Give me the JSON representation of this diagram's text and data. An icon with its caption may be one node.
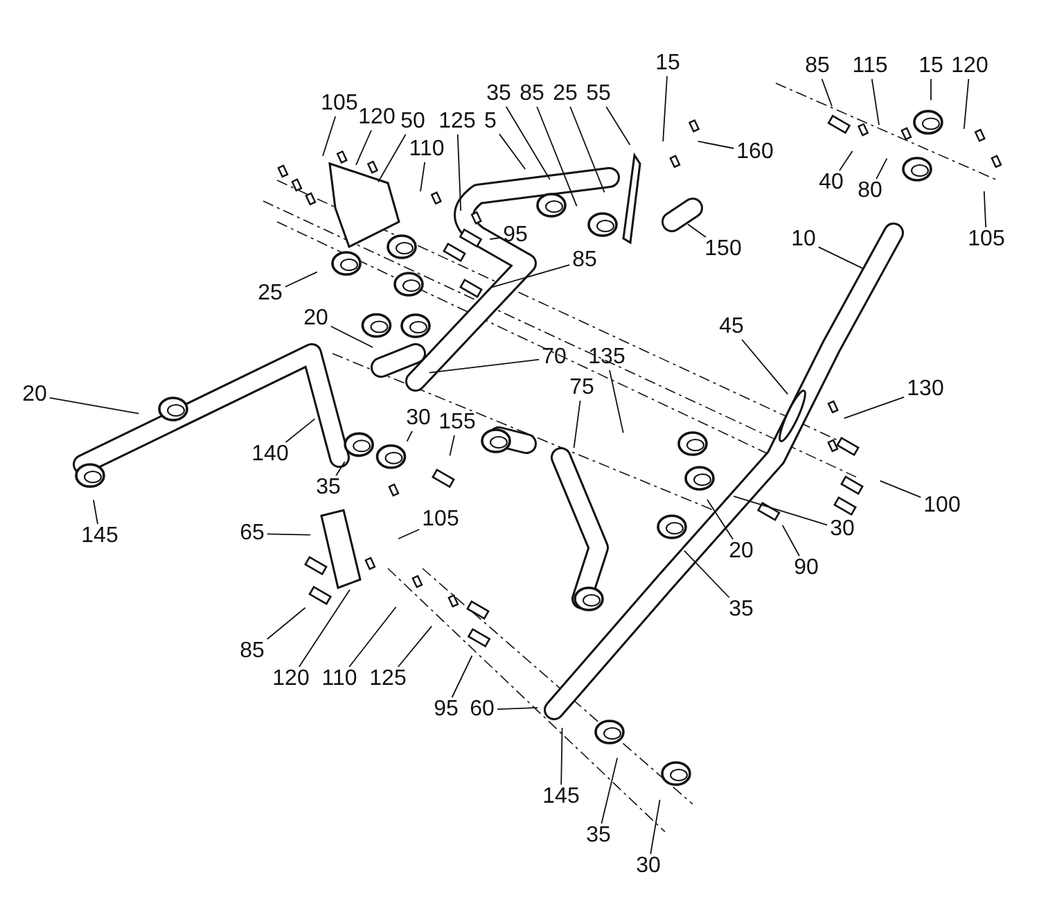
{
  "diagram": {
    "nodes": [
      {
        "text": [
          "105"
        ]
      },
      {
        "text": [
          "120"
        ]
      },
      {
        "text": [
          "50"
        ]
      },
      {
        "text": [
          "125"
        ]
      },
      {
        "text": [
          "110"
        ]
      },
      {
        "text": [
          "35"
        ]
      },
      {
        "text": [
          "85"
        ]
      },
      {
        "text": [
          "25"
        ]
      },
      {
        "text": [
          "5"
        ]
      },
      {
        "text": [
          "55"
        ]
      },
      {
        "text": [
          "15"
        ]
      },
      {
        "text": [
          "160"
        ]
      },
      {
        "text": [
          "95"
        ]
      },
      {
        "text": [
          "85"
        ]
      },
      {
        "text": [
          "25"
        ]
      },
      {
        "text": [
          "20"
        ]
      },
      {
        "text": [
          "150"
        ]
      },
      {
        "text": [
          "85"
        ]
      },
      {
        "text": [
          "115"
        ]
      },
      {
        "text": [
          "15"
        ]
      },
      {
        "text": [
          "120"
        ]
      },
      {
        "text": [
          "40"
        ]
      },
      {
        "text": [
          "80"
        ]
      },
      {
        "text": [
          "105"
        ]
      },
      {
        "text": [
          "10"
        ]
      },
      {
        "text": [
          "45"
        ]
      },
      {
        "text": [
          "130"
        ]
      },
      {
        "text": [
          "100"
        ]
      },
      {
        "text": [
          "30"
        ]
      },
      {
        "text": [
          "90"
        ]
      },
      {
        "text": [
          "20"
        ]
      },
      {
        "text": [
          "35"
        ]
      },
      {
        "text": [
          "70"
        ]
      },
      {
        "text": [
          "135"
        ]
      },
      {
        "text": [
          "75"
        ]
      },
      {
        "text": [
          "20"
        ]
      },
      {
        "text": [
          "140"
        ]
      },
      {
        "text": [
          "30"
        ]
      },
      {
        "text": [
          "155"
        ]
      },
      {
        "text": [
          "35"
        ]
      },
      {
        "text": [
          "145"
        ]
      },
      {
        "text": [
          "65"
        ]
      },
      {
        "text": [
          "105"
        ]
      },
      {
        "text": [
          "85"
        ]
      },
      {
        "text": [
          "120"
        ]
      },
      {
        "text": [
          "110"
        ]
      },
      {
        "text": [
          "125"
        ]
      },
      {
        "text": [
          "95"
        ]
      },
      {
        "text": [
          "60"
        ]
      },
      {
        "text": [
          "145"
        ]
      },
      {
        "text": [
          "35"
        ]
      },
      {
        "text": [
          "30"
        ]
      }
    ],
    "edges": [
      {
        "from": 0,
        "to": null,
        "arrow": "none"
      },
      {
        "from": 1,
        "to": null,
        "arrow": "none"
      },
      {
        "from": 2,
        "to": null,
        "arrow": "none"
      },
      {
        "from": 3,
        "to": null,
        "arrow": "none"
      },
      {
        "from": 4,
        "to": null,
        "arrow": "none"
      },
      {
        "from": 5,
        "to": null,
        "arrow": "none"
      },
      {
        "from": 6,
        "to": null,
        "arrow": "none"
      },
      {
        "from": 7,
        "to": null,
        "arrow": "none"
      },
      {
        "from": 8,
        "to": null,
        "arrow": "none"
      },
      {
        "from": 9,
        "to": null,
        "arrow": "none"
      },
      {
        "from": 10,
        "to": null,
        "arrow": "none"
      },
      {
        "from": 11,
        "to": null,
        "arrow": "none"
      },
      {
        "from": 12,
        "to": null,
        "arrow": "none"
      },
      {
        "from": 13,
        "to": null,
        "arrow": "none"
      },
      {
        "from": 14,
        "to": null,
        "arrow": "none"
      },
      {
        "from": 15,
        "to": null,
        "arrow": "none"
      },
      {
        "from": 16,
        "to": null,
        "arrow": "none"
      },
      {
        "from": 17,
        "to": null,
        "arrow": "none"
      },
      {
        "from": 18,
        "to": null,
        "arrow": "none"
      },
      {
        "from": 19,
        "to": null,
        "arrow": "none"
      },
      {
        "from": 20,
        "to": null,
        "arrow": "none"
      },
      {
        "from": 21,
        "to": null,
        "arrow": "none"
      },
      {
        "from": 22,
        "to": null,
        "arrow": "none"
      },
      {
        "from": 23,
        "to": null,
        "arrow": "none"
      },
      {
        "from": 24,
        "to": null,
        "arrow": "none"
      },
      {
        "from": 25,
        "to": null,
        "arrow": "none"
      },
      {
        "from": 26,
        "to": null,
        "arrow": "none"
      },
      {
        "from": 27,
        "to": null,
        "arrow": "none"
      },
      {
        "from": 28,
        "to": null,
        "arrow": "none"
      },
      {
        "from": 29,
        "to": null,
        "arrow": "none"
      },
      {
        "from": 30,
        "to": null,
        "arrow": "none"
      },
      {
        "from": 31,
        "to": null,
        "arrow": "none"
      },
      {
        "from": 32,
        "to": null,
        "arrow": "none"
      },
      {
        "from": 33,
        "to": null,
        "arrow": "none"
      },
      {
        "from": 34,
        "to": null,
        "arrow": "none"
      },
      {
        "from": 35,
        "to": null,
        "arrow": "none"
      },
      {
        "from": 36,
        "to": null,
        "arrow": "none"
      },
      {
        "from": 37,
        "to": null,
        "arrow": "none"
      },
      {
        "from": 38,
        "to": null,
        "arrow": "none"
      },
      {
        "from": 39,
        "to": null,
        "arrow": "none"
      },
      {
        "from": 40,
        "to": null,
        "arrow": "none"
      },
      {
        "from": 41,
        "to": null,
        "arrow": "none"
      },
      {
        "from": 42,
        "to": null,
        "arrow": "none"
      },
      {
        "from": 43,
        "to": null,
        "arrow": "none"
      },
      {
        "from": 44,
        "to": null,
        "arrow": "none"
      },
      {
        "from": 45,
        "to": null,
        "arrow": "none"
      },
      {
        "from": 46,
        "to": null,
        "arrow": "none"
      },
      {
        "from": 47,
        "to": null,
        "arrow": "none"
      },
      {
        "from": 48,
        "to": null,
        "arrow": "none"
      },
      {
        "from": 49,
        "to": null,
        "arrow": "none"
      },
      {
        "from": 50,
        "to": null,
        "arrow": "none"
      },
      {
        "from": 51,
        "to": null,
        "arrow": "none"
      }
    ]
  }
}
